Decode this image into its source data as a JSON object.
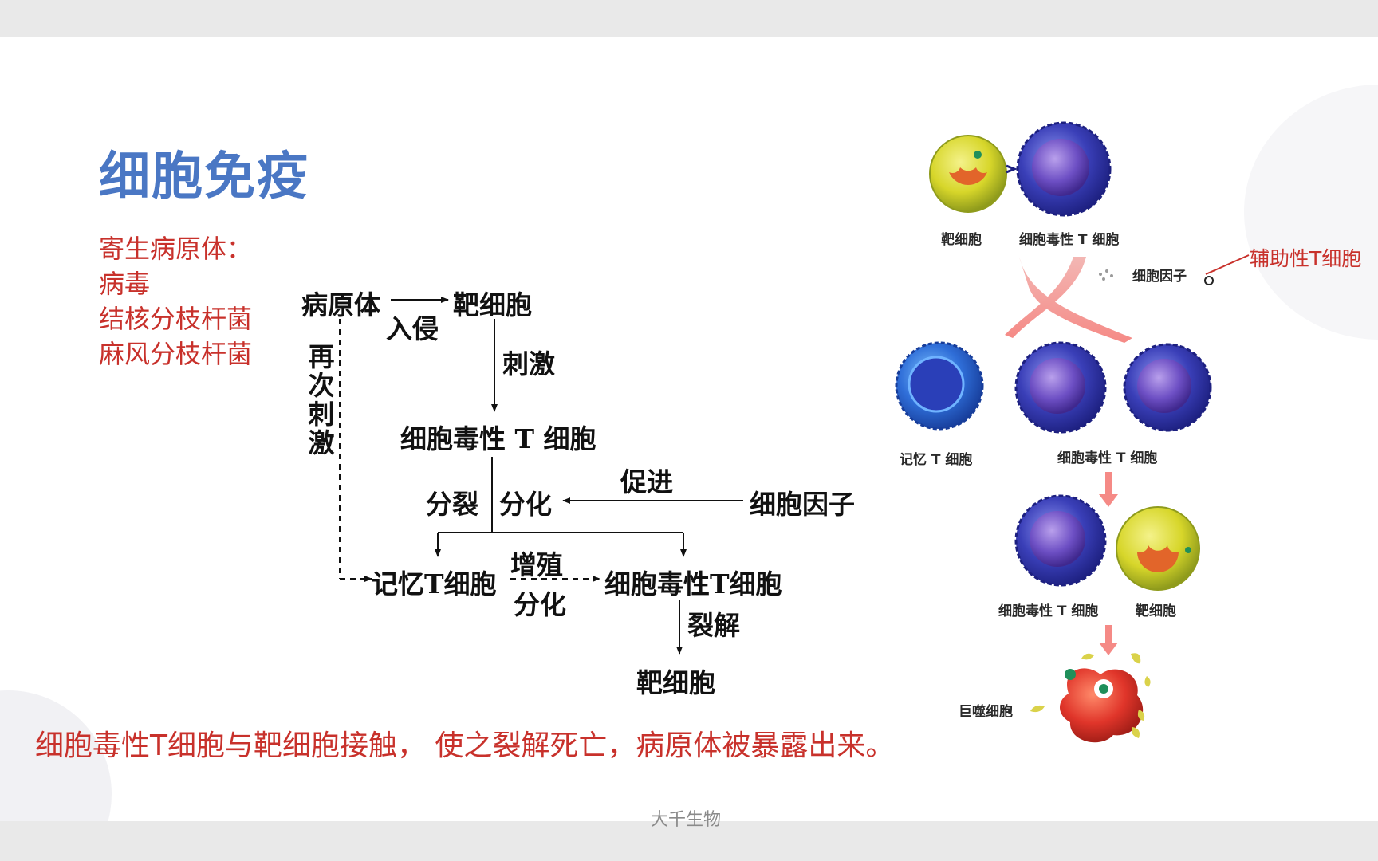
{
  "slide": {
    "title": "细胞免疫",
    "pathogen_list": {
      "heading": "寄生病原体：",
      "items": [
        "病毒",
        "结核分枝杆菌",
        "麻风分枝杆菌"
      ]
    },
    "summary": "细胞毒性T细胞与靶细胞接触， 使之裂解死亡，病原体被暴露出来。",
    "watermark": "大千生物"
  },
  "flow": {
    "pathogen": "病原体",
    "invade": "入侵",
    "target_cell_1": "靶细胞",
    "stimulate": "刺激",
    "cytotoxic_t": "细胞毒性 T 细胞",
    "divide": "分裂",
    "differentiate": "分化",
    "promote": "促进",
    "cytokine": "细胞因子",
    "restimulate": "再次刺激",
    "memory_t": "记忆T细胞",
    "proliferate": "增殖",
    "differentiate_2": "分化",
    "cytotoxic_t_2": "细胞毒性T细胞",
    "lyse": "裂解",
    "target_cell_2": "靶细胞"
  },
  "illustration": {
    "top_target": "靶细胞",
    "top_cytotoxic": "细胞毒性 T 细胞",
    "cytokine": "细胞因子",
    "helper_t": "辅助性T细胞",
    "memory_t": "记忆 T 细胞",
    "mid_cytotoxic": "细胞毒性 T 细胞",
    "lower_cytotoxic": "细胞毒性 T 细胞",
    "lower_target": "靶细胞",
    "macrophage": "巨噬细胞"
  },
  "colors": {
    "title_blue": "#4a77c4",
    "text_red": "#c8312b",
    "t_cell_purple": "#3a3fb8",
    "target_yellow": "#d7d62a",
    "macrophage_red": "#e0352a"
  }
}
